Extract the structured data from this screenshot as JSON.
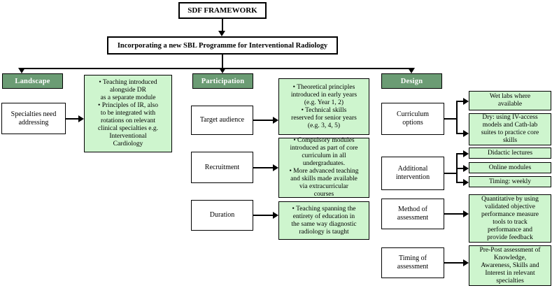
{
  "title": "SDF FRAMEWORK",
  "subtitle": "Incorporating a new SBL Programme for Interventional Radiology",
  "colors": {
    "header_green": "#6b9c74",
    "light_green": "#cef5ce",
    "border": "#000000"
  },
  "landscape": {
    "header": "Landscape",
    "item": "Specialties need addressing",
    "detail": "• Teaching introduced\nalongside DR\nas a separate module\n• Principles of IR, also\nto be integrated with\nrotations on relevant\nclinical specialties e.g.\nInterventional\nCardiology"
  },
  "participation": {
    "header": "Participation",
    "rows": [
      {
        "label": "Target audience",
        "detail": "• Theoretical principles\nintroduced in early years\n(e.g. Year 1, 2)\n• Technical skills\nreserved for senior years\n(e.g. 3, 4, 5)"
      },
      {
        "label": "Recruitment",
        "detail": "• Compulsory modules\nintroduced as part of core\ncurriculum in all\nundergraduates.\n• More advanced teaching\nand skills made available\nvia extracurricular\ncourses"
      },
      {
        "label": "Duration",
        "detail": "• Teaching spanning the\nentirety of education in\nthe same way diagnostic\nradiology is taught"
      }
    ]
  },
  "design": {
    "header": "Design",
    "rows": [
      {
        "label": "Curriculum options",
        "details": [
          "Wet labs where\navailable",
          "Dry: using IV-access\nmodels and Cath-lab\nsuites to practice core\nskills"
        ]
      },
      {
        "label": "Additional intervention",
        "details": [
          "Didactic lectures",
          "Online modules",
          "Timing: weekly"
        ]
      },
      {
        "label": "Method of assessment",
        "details": [
          "Quantitative by using\nvalidated objective\nperformance measure\ntools to track\nperformance and\nprovide feedback"
        ]
      },
      {
        "label": "Timing of assessment",
        "details": [
          "Pre-Post assessment of\nKnowledge,\nAwareness, Skills and\nInterest in relevant\nspecialties"
        ]
      }
    ]
  }
}
